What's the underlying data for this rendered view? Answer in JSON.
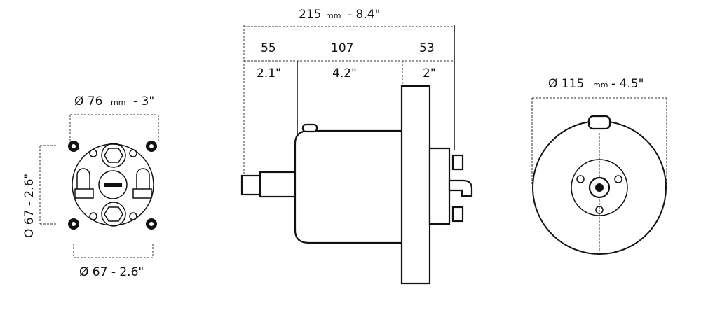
{
  "front_view": {
    "top_dim": {
      "value": "Ø 76",
      "unit": "mm",
      "imperial": "- 3\""
    },
    "side_dim": "O 67 - 2.6\"",
    "bottom_dim": "Ø 67 - 2.6\""
  },
  "side_view": {
    "total_dim": {
      "value": "215",
      "unit": "mm",
      "imperial": "- 8.4\""
    },
    "segments_mm": [
      "55",
      "107",
      "53"
    ],
    "segments_in": [
      "2.1\"",
      "4.2\"",
      "2\""
    ]
  },
  "rear_view": {
    "diameter_dim": {
      "value": "Ø 115",
      "unit": "mm",
      "imperial": " - 4.5\""
    }
  }
}
